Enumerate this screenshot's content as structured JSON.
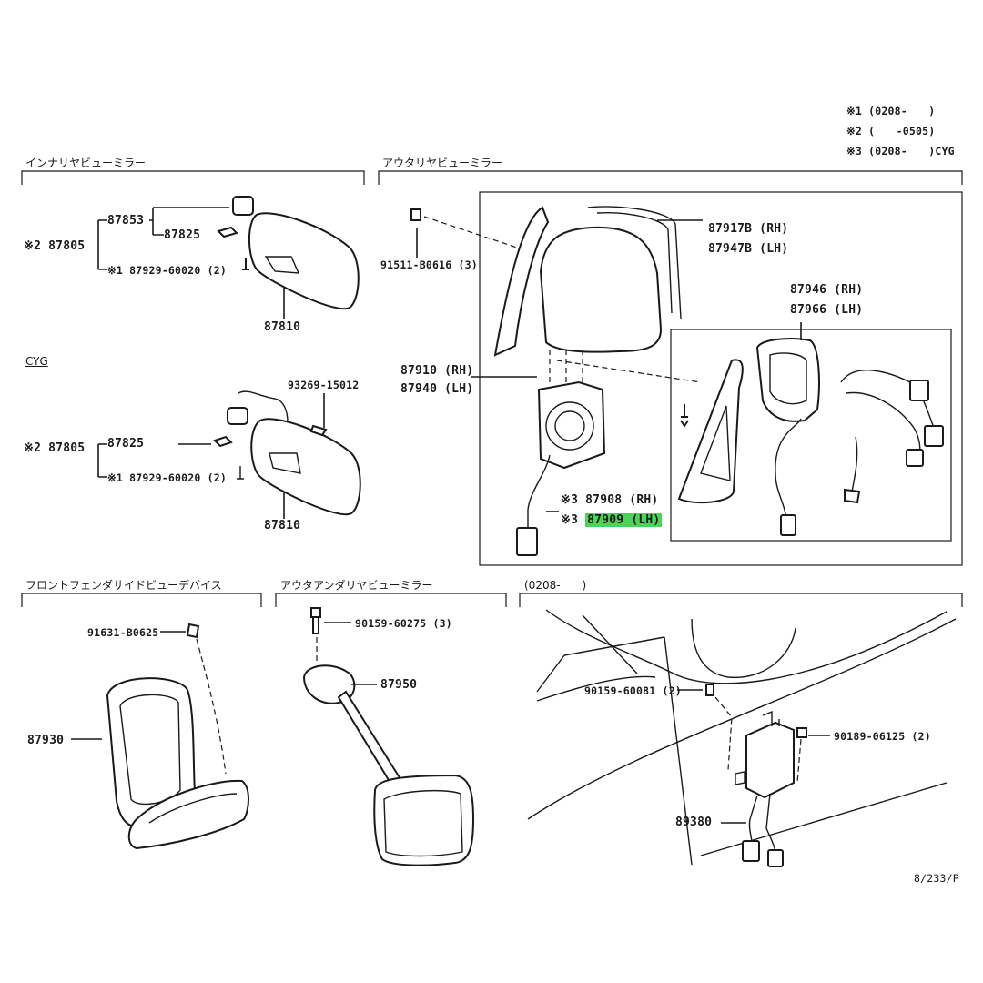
{
  "legend": {
    "note1": "※1 (0208-　　)",
    "note2": "※2 (　　-0505)",
    "note3": "※3 (0208-　　)CYG"
  },
  "sections": {
    "inner_mirror": "インナリヤビューミラー",
    "outer_mirror": "アウタリヤビューミラー",
    "fender_device": "フロントフェンダサイドビューデバイス",
    "under_mirror": "アウタアンダリヤビューミラー",
    "range_0208": "(0208-　　)",
    "cyg": "CYG"
  },
  "labels": {
    "p87853": "87853",
    "p87825a": "87825",
    "p87805a": "※2 87805",
    "p87929a": "※1 87929-60020 (2)",
    "p87810a": "87810",
    "p93269": "93269-15012",
    "p87805b": "※2 87805",
    "p87825b": "87825",
    "p87929b": "※1 87929-60020 (2)",
    "p87810b": "87810",
    "p91511": "91511-B0616 (3)",
    "p87917": "87917B (RH)",
    "p87947": "87947B (LH)",
    "p87946": "87946 (RH)",
    "p87966": "87966 (LH)",
    "p87910": "87910 (RH)",
    "p87940": "87940 (LH)",
    "p87908": "※3 87908 (RH)",
    "p87909_prefix": "※3",
    "p87909": "87909 (LH)",
    "p91631": "91631-B0625",
    "p87930": "87930",
    "p90159a": "90159-60275 (3)",
    "p87950": "87950",
    "p90159b": "90159-60081 (2)",
    "p90189": "90189-06125 (2)",
    "p89380": "89380",
    "page_ref": "8/233/P"
  },
  "colors": {
    "highlight": "#4dd35a",
    "ink": "#1a1a1a"
  }
}
